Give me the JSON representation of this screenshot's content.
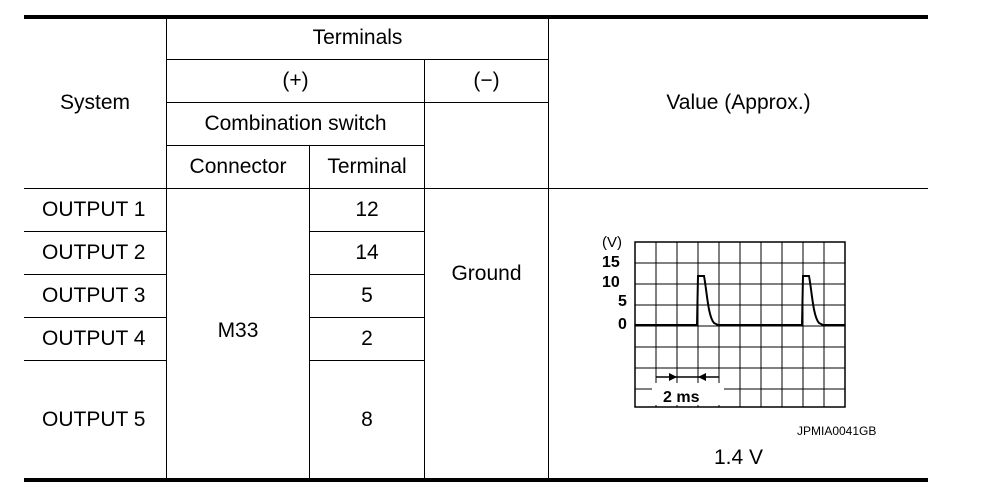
{
  "header": {
    "system": "System",
    "terminals": "Terminals",
    "plus": "(+)",
    "minus": "(−)",
    "combination_switch": "Combination switch",
    "connector": "Connector",
    "terminal": "Terminal",
    "value": "Value (Approx.)"
  },
  "rows": [
    {
      "system": "OUTPUT 1",
      "terminal": "12"
    },
    {
      "system": "OUTPUT 2",
      "terminal": "14"
    },
    {
      "system": "OUTPUT 3",
      "terminal": "5"
    },
    {
      "system": "OUTPUT 4",
      "terminal": "2"
    },
    {
      "system": "OUTPUT 5",
      "terminal": "8"
    }
  ],
  "connector_value": "M33",
  "minus_value": "Ground",
  "waveform": {
    "unit_label": "(V)",
    "y_ticks": [
      "15",
      "10",
      "5",
      "0"
    ],
    "time_label": "2 ms",
    "figure_code": "JPMIA0041GB"
  },
  "measured_value": "1.4 V"
}
